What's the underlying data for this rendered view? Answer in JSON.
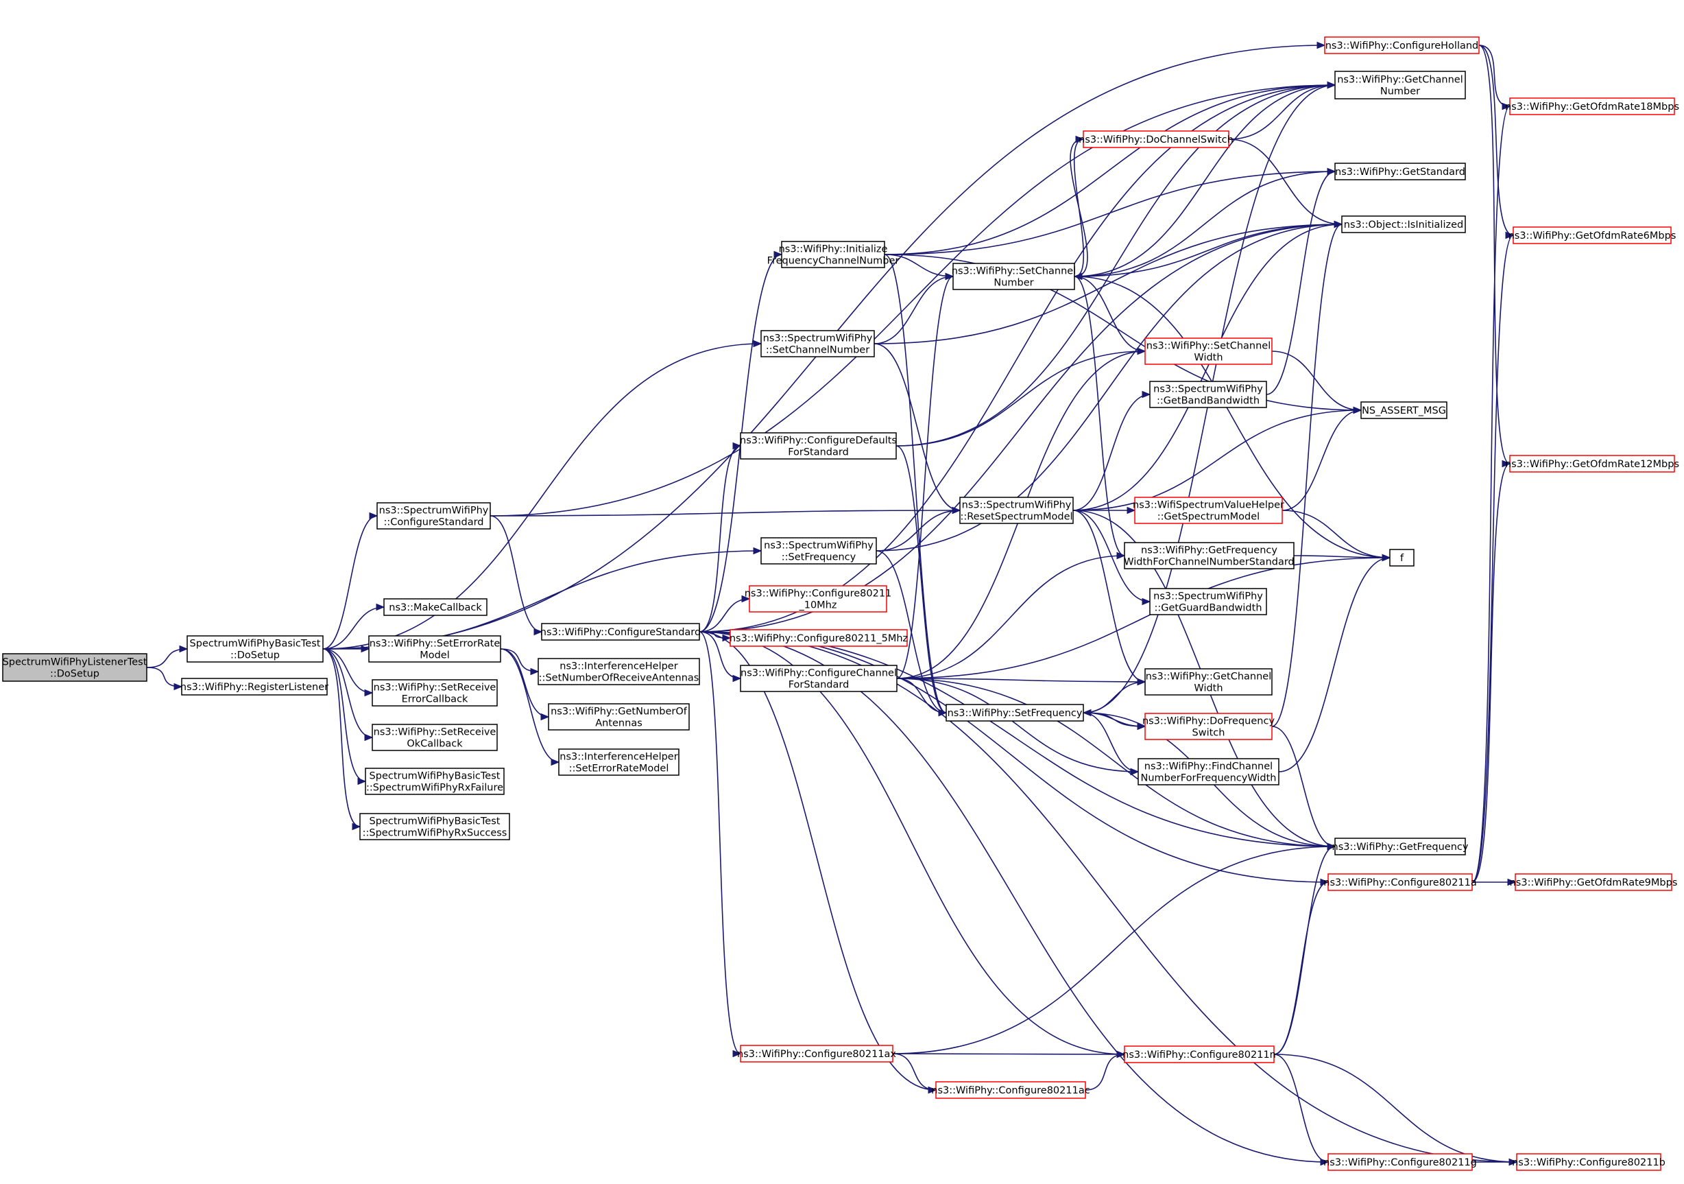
{
  "colors": {
    "edge": "#191970",
    "border_default": "#000000",
    "border_truncated": "#ff0000",
    "fill_root": "#bfbfbf",
    "fill_default": "#ffffff"
  },
  "nodes": [
    {
      "id": "root",
      "lines": [
        "SpectrumWifiPhyListenerTest",
        "::DoSetup"
      ],
      "style": "root"
    },
    {
      "id": "basic_dosetup",
      "lines": [
        "SpectrumWifiPhyBasicTest",
        "::DoSetup"
      ],
      "style": "normal"
    },
    {
      "id": "register_listener",
      "lines": [
        "ns3::WifiPhy::RegisterListener"
      ],
      "style": "normal"
    },
    {
      "id": "sw_configure_std",
      "lines": [
        "ns3::SpectrumWifiPhy",
        "::ConfigureStandard"
      ],
      "style": "normal"
    },
    {
      "id": "make_callback",
      "lines": [
        "ns3::MakeCallback"
      ],
      "style": "normal"
    },
    {
      "id": "set_error_rate",
      "lines": [
        "ns3::WifiPhy::SetErrorRate",
        "Model"
      ],
      "style": "normal"
    },
    {
      "id": "set_rx_error_cb",
      "lines": [
        "ns3::WifiPhy::SetReceive",
        "ErrorCallback"
      ],
      "style": "normal"
    },
    {
      "id": "set_rx_ok_cb",
      "lines": [
        "ns3::WifiPhy::SetReceive",
        "OkCallback"
      ],
      "style": "normal"
    },
    {
      "id": "rx_failure",
      "lines": [
        "SpectrumWifiPhyBasicTest",
        "::SpectrumWifiPhyRxFailure"
      ],
      "style": "normal"
    },
    {
      "id": "rx_success",
      "lines": [
        "SpectrumWifiPhyBasicTest",
        "::SpectrumWifiPhyRxSuccess"
      ],
      "style": "normal"
    },
    {
      "id": "wp_configure_std",
      "lines": [
        "ns3::WifiPhy::ConfigureStandard"
      ],
      "style": "normal"
    },
    {
      "id": "ih_set_num_rx_ant",
      "lines": [
        "ns3::InterferenceHelper",
        "::SetNumberOfReceiveAntennas"
      ],
      "style": "normal"
    },
    {
      "id": "get_num_antennas",
      "lines": [
        "ns3::WifiPhy::GetNumberOf",
        "Antennas"
      ],
      "style": "normal"
    },
    {
      "id": "ih_set_err_model",
      "lines": [
        "ns3::InterferenceHelper",
        "::SetErrorRateModel"
      ],
      "style": "normal"
    },
    {
      "id": "init_freq_chan",
      "lines": [
        "ns3::WifiPhy::Initialize",
        "FrequencyChannelNumber"
      ],
      "style": "normal"
    },
    {
      "id": "sw_set_channel_num",
      "lines": [
        "ns3::SpectrumWifiPhy",
        "::SetChannelNumber"
      ],
      "style": "normal"
    },
    {
      "id": "cfg_defaults_std",
      "lines": [
        "ns3::WifiPhy::ConfigureDefaults",
        "ForStandard"
      ],
      "style": "normal"
    },
    {
      "id": "sw_set_freq",
      "lines": [
        "ns3::SpectrumWifiPhy",
        "::SetFrequency"
      ],
      "style": "normal"
    },
    {
      "id": "cfg_80211_10mhz",
      "lines": [
        "ns3::WifiPhy::Configure80211",
        "_10Mhz"
      ],
      "style": "truncated"
    },
    {
      "id": "cfg_80211_5mhz",
      "lines": [
        "ns3::WifiPhy::Configure80211_5Mhz"
      ],
      "style": "truncated"
    },
    {
      "id": "cfg_channel_std",
      "lines": [
        "ns3::WifiPhy::ConfigureChannel",
        "ForStandard"
      ],
      "style": "normal"
    },
    {
      "id": "wp_set_channel_num",
      "lines": [
        "ns3::WifiPhy::SetChannel",
        "Number"
      ],
      "style": "normal"
    },
    {
      "id": "sw_reset_spectrum",
      "lines": [
        "ns3::SpectrumWifiPhy",
        "::ResetSpectrumModel"
      ],
      "style": "normal"
    },
    {
      "id": "wp_set_freq",
      "lines": [
        "ns3::WifiPhy::SetFrequency"
      ],
      "style": "normal"
    },
    {
      "id": "cfg_80211ax",
      "lines": [
        "ns3::WifiPhy::Configure80211ax"
      ],
      "style": "truncated"
    },
    {
      "id": "cfg_80211ac",
      "lines": [
        "ns3::WifiPhy::Configure80211ac"
      ],
      "style": "truncated"
    },
    {
      "id": "do_channel_switch",
      "lines": [
        "ns3::WifiPhy::DoChannelSwitch"
      ],
      "style": "truncated"
    },
    {
      "id": "set_channel_width",
      "lines": [
        "ns3::WifiPhy::SetChannel",
        "Width"
      ],
      "style": "truncated"
    },
    {
      "id": "sw_get_band_bw",
      "lines": [
        "ns3::SpectrumWifiPhy",
        "::GetBandBandwidth"
      ],
      "style": "normal"
    },
    {
      "id": "wsvh_get_spectrum",
      "lines": [
        "ns3::WifiSpectrumValueHelper",
        "::GetSpectrumModel"
      ],
      "style": "truncated"
    },
    {
      "id": "get_freq_width_std",
      "lines": [
        "ns3::WifiPhy::GetFrequency",
        "WidthForChannelNumberStandard"
      ],
      "style": "normal"
    },
    {
      "id": "sw_get_guard_bw",
      "lines": [
        "ns3::SpectrumWifiPhy",
        "::GetGuardBandwidth"
      ],
      "style": "normal"
    },
    {
      "id": "get_channel_width",
      "lines": [
        "ns3::WifiPhy::GetChannel",
        "Width"
      ],
      "style": "normal"
    },
    {
      "id": "do_freq_switch",
      "lines": [
        "ns3::WifiPhy::DoFrequency",
        "Switch"
      ],
      "style": "truncated"
    },
    {
      "id": "find_chan_num",
      "lines": [
        "ns3::WifiPhy::FindChannel",
        "NumberForFrequencyWidth"
      ],
      "style": "normal"
    },
    {
      "id": "cfg_80211n",
      "lines": [
        "ns3::WifiPhy::Configure80211n"
      ],
      "style": "truncated"
    },
    {
      "id": "cfg_holland",
      "lines": [
        "ns3::WifiPhy::ConfigureHolland"
      ],
      "style": "truncated"
    },
    {
      "id": "get_channel_number",
      "lines": [
        "ns3::WifiPhy::GetChannel",
        "Number"
      ],
      "style": "normal"
    },
    {
      "id": "get_standard",
      "lines": [
        "ns3::WifiPhy::GetStandard"
      ],
      "style": "normal"
    },
    {
      "id": "is_initialized",
      "lines": [
        "ns3::Object::IsInitialized"
      ],
      "style": "normal"
    },
    {
      "id": "ns_assert_msg",
      "lines": [
        "NS_ASSERT_MSG"
      ],
      "style": "normal"
    },
    {
      "id": "f",
      "lines": [
        "f"
      ],
      "style": "normal"
    },
    {
      "id": "get_frequency",
      "lines": [
        "ns3::WifiPhy::GetFrequency"
      ],
      "style": "normal"
    },
    {
      "id": "cfg_80211a",
      "lines": [
        "ns3::WifiPhy::Configure80211a"
      ],
      "style": "truncated"
    },
    {
      "id": "cfg_80211g",
      "lines": [
        "ns3::WifiPhy::Configure80211g"
      ],
      "style": "truncated"
    },
    {
      "id": "cfg_80211b",
      "lines": [
        "ns3::WifiPhy::Configure80211b"
      ],
      "style": "truncated"
    },
    {
      "id": "ofdm18",
      "lines": [
        "ns3::WifiPhy::GetOfdmRate18Mbps"
      ],
      "style": "truncated"
    },
    {
      "id": "ofdm6",
      "lines": [
        "ns3::WifiPhy::GetOfdmRate6Mbps"
      ],
      "style": "truncated"
    },
    {
      "id": "ofdm12",
      "lines": [
        "ns3::WifiPhy::GetOfdmRate12Mbps"
      ],
      "style": "truncated"
    },
    {
      "id": "ofdm9",
      "lines": [
        "ns3::WifiPhy::GetOfdmRate9Mbps"
      ],
      "style": "truncated"
    }
  ],
  "edges": [
    [
      "root",
      "basic_dosetup"
    ],
    [
      "root",
      "register_listener"
    ],
    [
      "basic_dosetup",
      "sw_configure_std"
    ],
    [
      "basic_dosetup",
      "make_callback"
    ],
    [
      "basic_dosetup",
      "set_error_rate"
    ],
    [
      "basic_dosetup",
      "set_rx_error_cb"
    ],
    [
      "basic_dosetup",
      "set_rx_ok_cb"
    ],
    [
      "basic_dosetup",
      "rx_failure"
    ],
    [
      "basic_dosetup",
      "rx_success"
    ],
    [
      "basic_dosetup",
      "sw_set_freq"
    ],
    [
      "basic_dosetup",
      "sw_set_channel_num"
    ],
    [
      "basic_dosetup",
      "cfg_holland"
    ],
    [
      "sw_configure_std",
      "wp_configure_std"
    ],
    [
      "sw_configure_std",
      "sw_reset_spectrum"
    ],
    [
      "sw_configure_std",
      "get_channel_number"
    ],
    [
      "set_error_rate",
      "ih_set_num_rx_ant"
    ],
    [
      "set_error_rate",
      "get_num_antennas"
    ],
    [
      "set_error_rate",
      "ih_set_err_model"
    ],
    [
      "wp_configure_std",
      "init_freq_chan"
    ],
    [
      "wp_configure_std",
      "cfg_defaults_std"
    ],
    [
      "wp_configure_std",
      "cfg_80211_10mhz"
    ],
    [
      "wp_configure_std",
      "cfg_80211_5mhz"
    ],
    [
      "wp_configure_std",
      "cfg_channel_std"
    ],
    [
      "wp_configure_std",
      "cfg_80211ax"
    ],
    [
      "wp_configure_std",
      "cfg_80211ac"
    ],
    [
      "wp_configure_std",
      "cfg_80211n"
    ],
    [
      "wp_configure_std",
      "cfg_80211g"
    ],
    [
      "wp_configure_std",
      "cfg_80211b"
    ],
    [
      "wp_configure_std",
      "cfg_80211a"
    ],
    [
      "wp_configure_std",
      "get_frequency"
    ],
    [
      "wp_configure_std",
      "get_channel_number"
    ],
    [
      "wp_configure_std",
      "is_initialized"
    ],
    [
      "init_freq_chan",
      "wp_set_channel_num"
    ],
    [
      "init_freq_chan",
      "get_channel_number"
    ],
    [
      "init_freq_chan",
      "get_standard"
    ],
    [
      "init_freq_chan",
      "ns_assert_msg"
    ],
    [
      "init_freq_chan",
      "wp_set_freq"
    ],
    [
      "sw_set_channel_num",
      "wp_set_channel_num"
    ],
    [
      "sw_set_channel_num",
      "sw_reset_spectrum"
    ],
    [
      "sw_set_channel_num",
      "is_initialized"
    ],
    [
      "cfg_defaults_std",
      "set_channel_width"
    ],
    [
      "cfg_defaults_std",
      "wp_set_freq"
    ],
    [
      "cfg_defaults_std",
      "get_channel_number"
    ],
    [
      "sw_set_freq",
      "sw_reset_spectrum"
    ],
    [
      "sw_set_freq",
      "wp_set_freq"
    ],
    [
      "sw_set_freq",
      "is_initialized"
    ],
    [
      "cfg_channel_std",
      "wp_set_freq"
    ],
    [
      "cfg_channel_std",
      "wp_set_channel_num"
    ],
    [
      "cfg_channel_std",
      "get_channel_width"
    ],
    [
      "cfg_channel_std",
      "find_chan_num"
    ],
    [
      "cfg_channel_std",
      "get_freq_width_std"
    ],
    [
      "cfg_channel_std",
      "get_frequency"
    ],
    [
      "cfg_channel_std",
      "set_channel_width"
    ],
    [
      "cfg_channel_std",
      "f"
    ],
    [
      "wp_set_channel_num",
      "do_channel_switch"
    ],
    [
      "wp_set_channel_num",
      "get_channel_number"
    ],
    [
      "wp_set_channel_num",
      "get_standard"
    ],
    [
      "wp_set_channel_num",
      "is_initialized"
    ],
    [
      "wp_set_channel_num",
      "set_channel_width"
    ],
    [
      "wp_set_channel_num",
      "get_freq_width_std"
    ],
    [
      "wp_set_channel_num",
      "f"
    ],
    [
      "sw_reset_spectrum",
      "sw_get_band_bw"
    ],
    [
      "sw_reset_spectrum",
      "wsvh_get_spectrum"
    ],
    [
      "sw_reset_spectrum",
      "sw_get_guard_bw"
    ],
    [
      "sw_reset_spectrum",
      "get_channel_width"
    ],
    [
      "sw_reset_spectrum",
      "get_frequency"
    ],
    [
      "sw_reset_spectrum",
      "ns_assert_msg"
    ],
    [
      "sw_reset_spectrum",
      "is_initialized"
    ],
    [
      "wp_set_freq",
      "do_freq_switch"
    ],
    [
      "wp_set_freq",
      "find_chan_num"
    ],
    [
      "wp_set_freq",
      "get_channel_width"
    ],
    [
      "wp_set_freq",
      "get_frequency"
    ],
    [
      "wp_set_freq",
      "get_channel_number"
    ],
    [
      "do_channel_switch",
      "get_channel_number"
    ],
    [
      "do_channel_switch",
      "is_initialized"
    ],
    [
      "do_channel_switch",
      "wp_set_channel_num"
    ],
    [
      "do_freq_switch",
      "wp_set_freq"
    ],
    [
      "do_freq_switch",
      "is_initialized"
    ],
    [
      "do_freq_switch",
      "get_frequency"
    ],
    [
      "set_channel_width",
      "ns_assert_msg"
    ],
    [
      "sw_get_band_bw",
      "get_standard"
    ],
    [
      "wsvh_get_spectrum",
      "f"
    ],
    [
      "wsvh_get_spectrum",
      "ns_assert_msg"
    ],
    [
      "get_freq_width_std",
      "f"
    ],
    [
      "find_chan_num",
      "f"
    ],
    [
      "cfg_80211ax",
      "cfg_80211n"
    ],
    [
      "cfg_80211ax",
      "cfg_80211ac"
    ],
    [
      "cfg_80211ax",
      "get_frequency"
    ],
    [
      "cfg_80211ac",
      "cfg_80211n"
    ],
    [
      "cfg_80211n",
      "cfg_80211a"
    ],
    [
      "cfg_80211n",
      "cfg_80211g"
    ],
    [
      "cfg_80211n",
      "cfg_80211b"
    ],
    [
      "cfg_80211n",
      "get_frequency"
    ],
    [
      "cfg_80211g",
      "cfg_80211b"
    ],
    [
      "cfg_holland",
      "ofdm18"
    ],
    [
      "cfg_holland",
      "ofdm6"
    ],
    [
      "cfg_holland",
      "ofdm12"
    ],
    [
      "cfg_80211a",
      "ofdm18"
    ],
    [
      "cfg_80211a",
      "ofdm6"
    ],
    [
      "cfg_80211a",
      "ofdm12"
    ],
    [
      "cfg_80211a",
      "ofdm9"
    ]
  ]
}
